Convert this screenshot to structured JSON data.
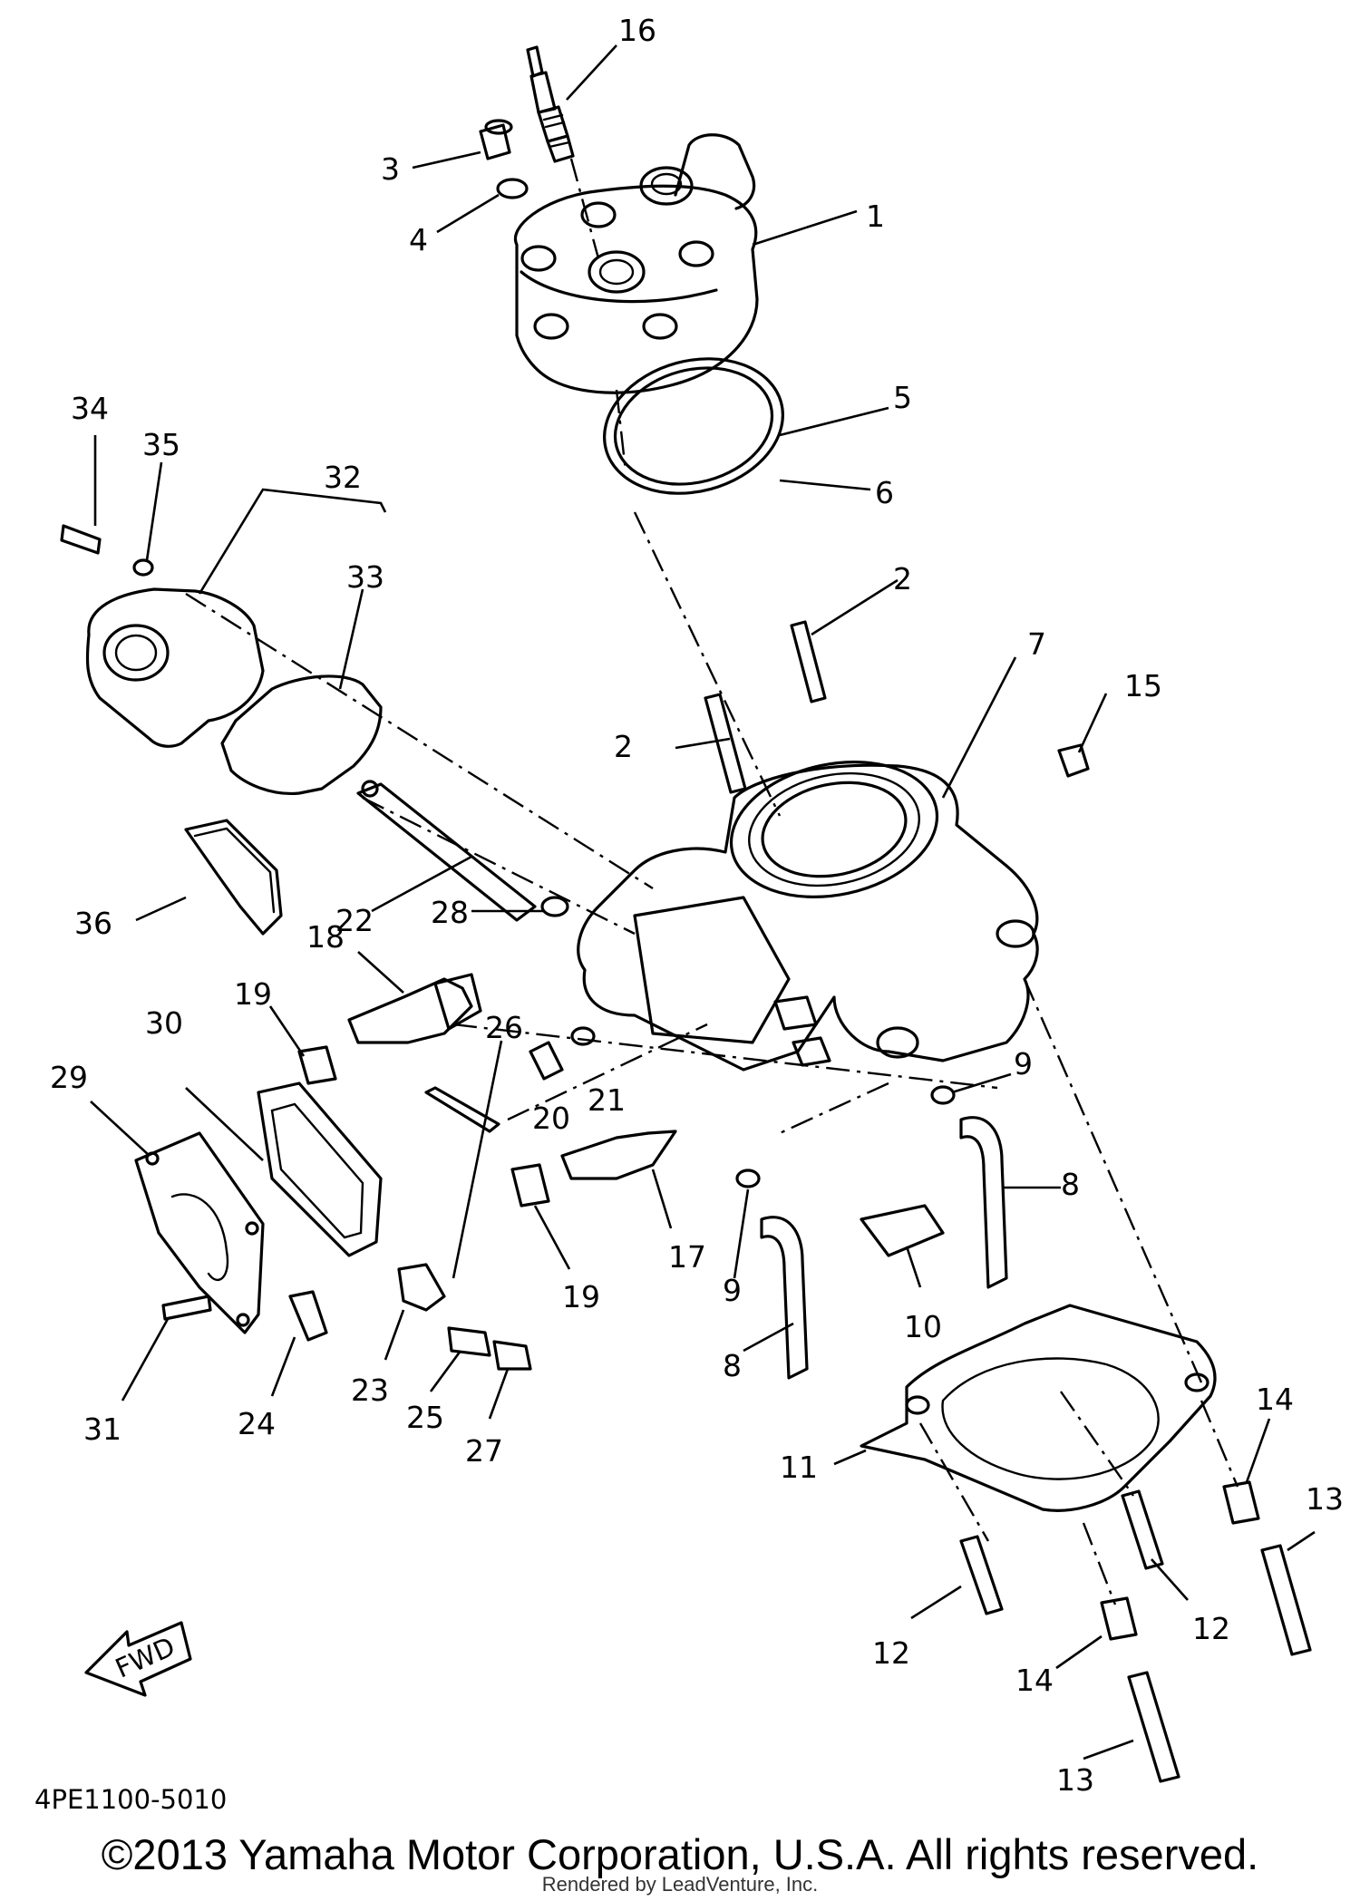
{
  "diagram": {
    "callouts": [
      {
        "id": "c16",
        "text": "16"
      },
      {
        "id": "c3",
        "text": "3"
      },
      {
        "id": "c4",
        "text": "4"
      },
      {
        "id": "c1",
        "text": "1"
      },
      {
        "id": "c34",
        "text": "34"
      },
      {
        "id": "c35",
        "text": "35"
      },
      {
        "id": "c32",
        "text": "32"
      },
      {
        "id": "c33",
        "text": "33"
      },
      {
        "id": "c5",
        "text": "5"
      },
      {
        "id": "c6",
        "text": "6"
      },
      {
        "id": "c2a",
        "text": "2"
      },
      {
        "id": "c2b",
        "text": "2"
      },
      {
        "id": "c7",
        "text": "7"
      },
      {
        "id": "c15",
        "text": "15"
      },
      {
        "id": "c22",
        "text": "22"
      },
      {
        "id": "c36",
        "text": "36"
      },
      {
        "id": "c28",
        "text": "28"
      },
      {
        "id": "c18",
        "text": "18"
      },
      {
        "id": "c19a",
        "text": "19"
      },
      {
        "id": "c30",
        "text": "30"
      },
      {
        "id": "c26",
        "text": "26"
      },
      {
        "id": "c29",
        "text": "29"
      },
      {
        "id": "c20",
        "text": "20"
      },
      {
        "id": "c21",
        "text": "21"
      },
      {
        "id": "c9a",
        "text": "9"
      },
      {
        "id": "c8a",
        "text": "8"
      },
      {
        "id": "c17",
        "text": "17"
      },
      {
        "id": "c19b",
        "text": "19"
      },
      {
        "id": "c9b",
        "text": "9"
      },
      {
        "id": "c10",
        "text": "10"
      },
      {
        "id": "c8b",
        "text": "8"
      },
      {
        "id": "c23",
        "text": "23"
      },
      {
        "id": "c24",
        "text": "24"
      },
      {
        "id": "c25",
        "text": "25"
      },
      {
        "id": "c27",
        "text": "27"
      },
      {
        "id": "c31",
        "text": "31"
      },
      {
        "id": "c11",
        "text": "11"
      },
      {
        "id": "c14a",
        "text": "14"
      },
      {
        "id": "c13a",
        "text": "13"
      },
      {
        "id": "c12a",
        "text": "12"
      },
      {
        "id": "c12b",
        "text": "12"
      },
      {
        "id": "c14b",
        "text": "14"
      },
      {
        "id": "c13b",
        "text": "13"
      }
    ],
    "fwd_label": "FWD",
    "part_code": "4PE1100-5010"
  },
  "footer": {
    "copyright": "©2013 Yamaha Motor Corporation, U.S.A. All rights reserved.",
    "rendered_by": "Rendered by LeadVenture, Inc."
  },
  "colors": {
    "ink": "#000000",
    "background": "#ffffff"
  }
}
